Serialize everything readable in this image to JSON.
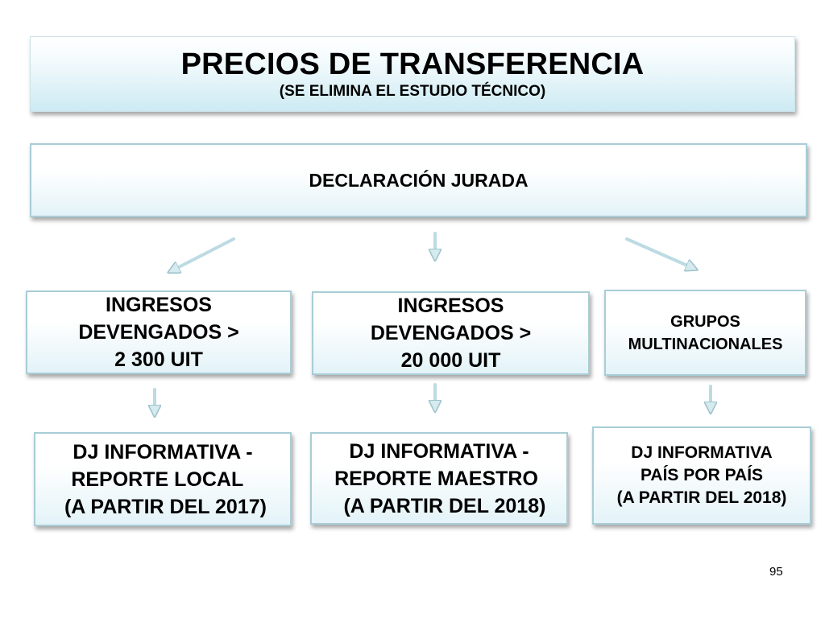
{
  "title": {
    "main": "PRECIOS DE TRANSFERENCIA",
    "subtitle": "(SE ELIMINA EL ESTUDIO TÉCNICO)"
  },
  "declaration": {
    "label": "DECLARACIÓN JURADA"
  },
  "criteria": [
    {
      "lines": [
        "INGRESOS",
        "DEVENGADOS >",
        "2 300 UIT"
      ]
    },
    {
      "lines": [
        "INGRESOS",
        "DEVENGADOS >",
        "20 000 UIT"
      ]
    },
    {
      "lines": [
        "GRUPOS",
        "MULTINACIONALES"
      ]
    }
  ],
  "reports": [
    {
      "lines": [
        "DJ INFORMATIVA -",
        "REPORTE LOCAL  ",
        " (A PARTIR DEL 2017)"
      ]
    },
    {
      "lines": [
        "DJ INFORMATIVA -",
        "REPORTE MAESTRO ",
        "  (A PARTIR DEL 2018)"
      ]
    },
    {
      "lines": [
        "DJ INFORMATIVA",
        "PAÍS POR PAÍS",
        "(A PARTIR DEL 2018)"
      ]
    }
  ],
  "page_number": "95",
  "colors": {
    "box_border": "#a9cdd6",
    "arrow_fill": "#d6ebf0",
    "arrow_stroke": "#9ec3cc"
  }
}
